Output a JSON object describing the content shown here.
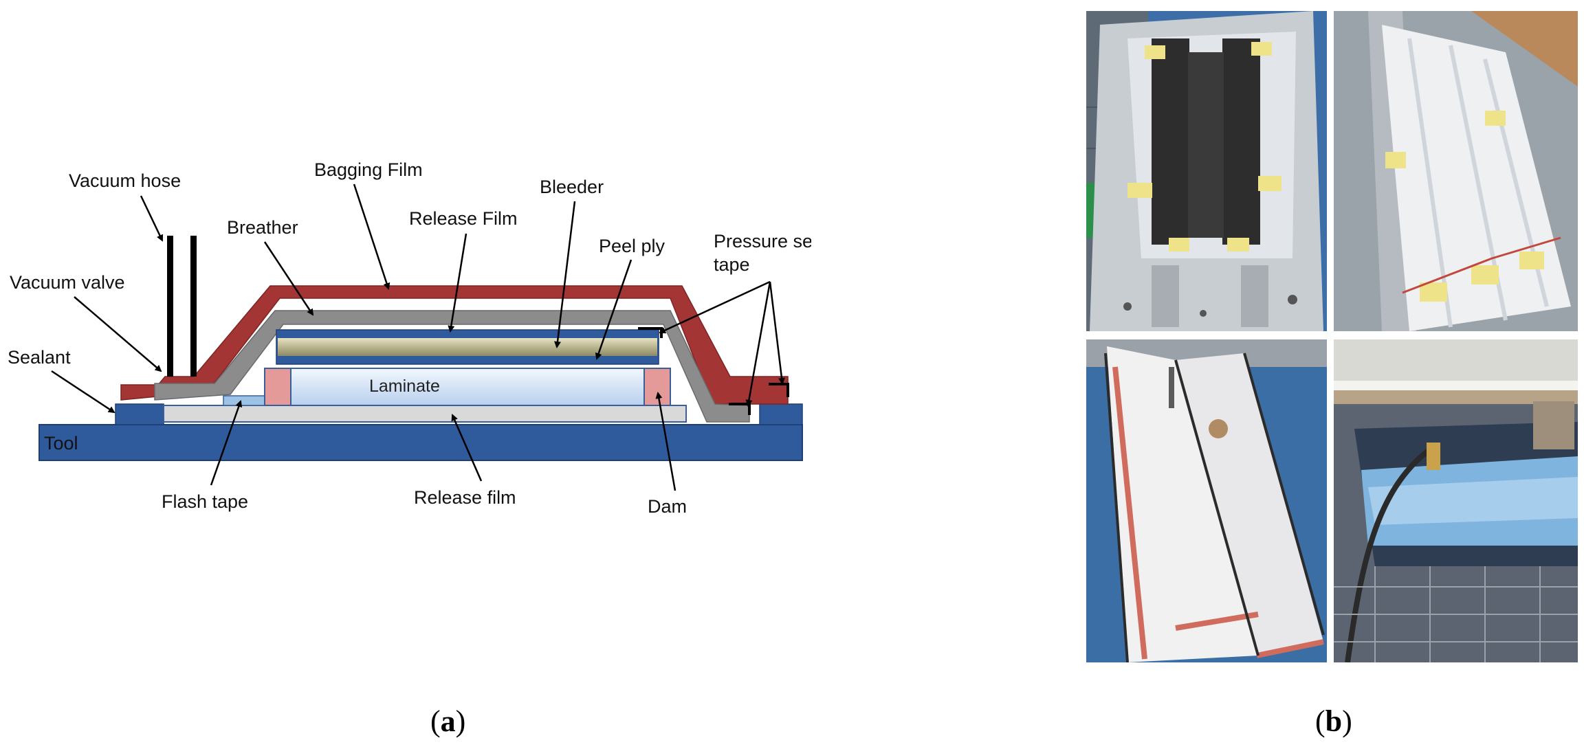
{
  "diagram": {
    "labels": {
      "vacuum_hose": "Vacuum hose",
      "bagging_film": "Bagging Film",
      "bleeder": "Bleeder",
      "breather": "Breather",
      "release_film_top": "Release Film",
      "peel_ply": "Peel ply",
      "pressure_sensitive_tape_1": "Pressure sensitive",
      "pressure_sensitive_tape_2": "tape",
      "vacuum_valve": "Vacuum valve",
      "sealant": "Sealant",
      "laminate": "Laminate",
      "tool": "Tool",
      "flash_tape": "Flash tape",
      "release_film_bottom": "Release film",
      "dam": "Dam"
    },
    "colors": {
      "tool": "#2f5a9c",
      "bagging_film": "#a33534",
      "breather": "#8c8c8c",
      "release_film": "#2f5a9c",
      "bleeder": "#b9b58f",
      "laminate": "#cfe0f5",
      "dam": "#e39a98",
      "bottom_release_film": "#d9d9d9",
      "flash_tape": "#9cc3e6"
    }
  },
  "captions": {
    "a": "a",
    "b": "b"
  }
}
